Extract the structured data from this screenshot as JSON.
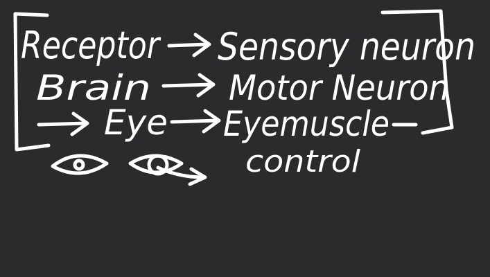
{
  "lines": [
    {
      "from": "Receptor",
      "to": "Sensory neuron"
    },
    {
      "from": "Brain",
      "to": "Motor Neuron"
    },
    {
      "from": "Eye",
      "to": "Eyemuscle"
    }
  ],
  "trailing_word": "control",
  "colors": {
    "background": "#2b2b2d",
    "ink": "#ffffff"
  },
  "icons": [
    "eye-icon",
    "eye-looking-sideways-icon"
  ]
}
